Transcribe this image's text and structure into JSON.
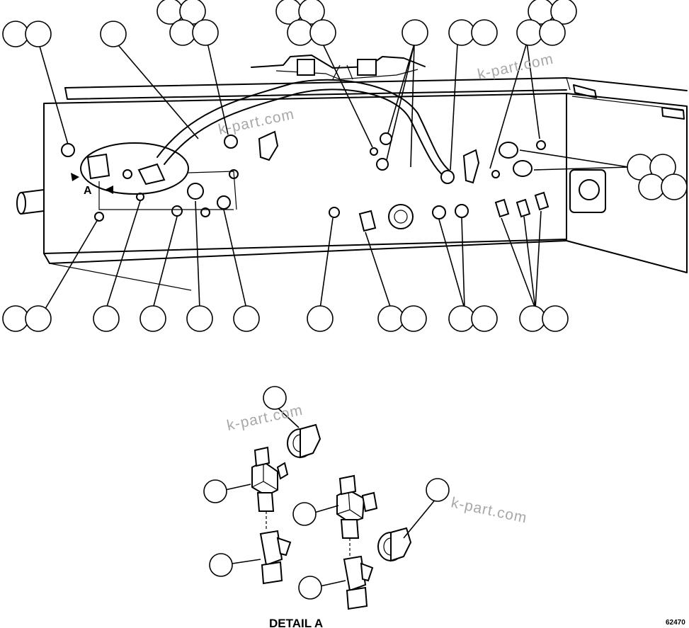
{
  "detail_marker": "A",
  "detail_title": "DETAIL A",
  "figure_number": "62470",
  "watermark": "k-part.com"
}
